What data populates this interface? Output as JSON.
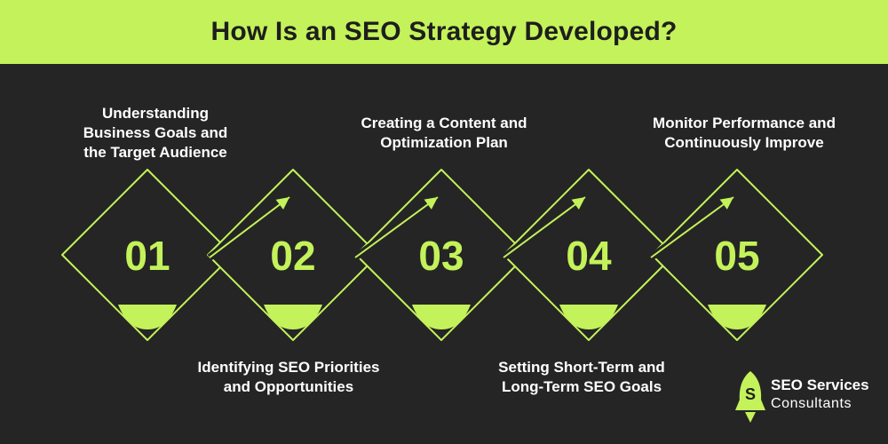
{
  "header": {
    "title": "How Is an SEO Strategy Developed?"
  },
  "colors": {
    "accent": "#c4f25a",
    "background": "#252525",
    "text": "#ffffff"
  },
  "steps": [
    {
      "number": "01",
      "label": "Understanding\nBusiness Goals and\nthe Target Audience",
      "label_position": "top"
    },
    {
      "number": "02",
      "label": "Identifying SEO Priorities\nand Opportunities",
      "label_position": "bottom"
    },
    {
      "number": "03",
      "label": "Creating a Content and\nOptimization Plan",
      "label_position": "top"
    },
    {
      "number": "04",
      "label": "Setting Short-Term and\nLong-Term SEO Goals",
      "label_position": "bottom"
    },
    {
      "number": "05",
      "label": "Monitor  Performance and\nContinuously Improve",
      "label_position": "top"
    }
  ],
  "logo": {
    "line1": "SEO Services",
    "line2": "Consultants",
    "icon": "rocket-s-icon",
    "icon_letter": "S"
  }
}
